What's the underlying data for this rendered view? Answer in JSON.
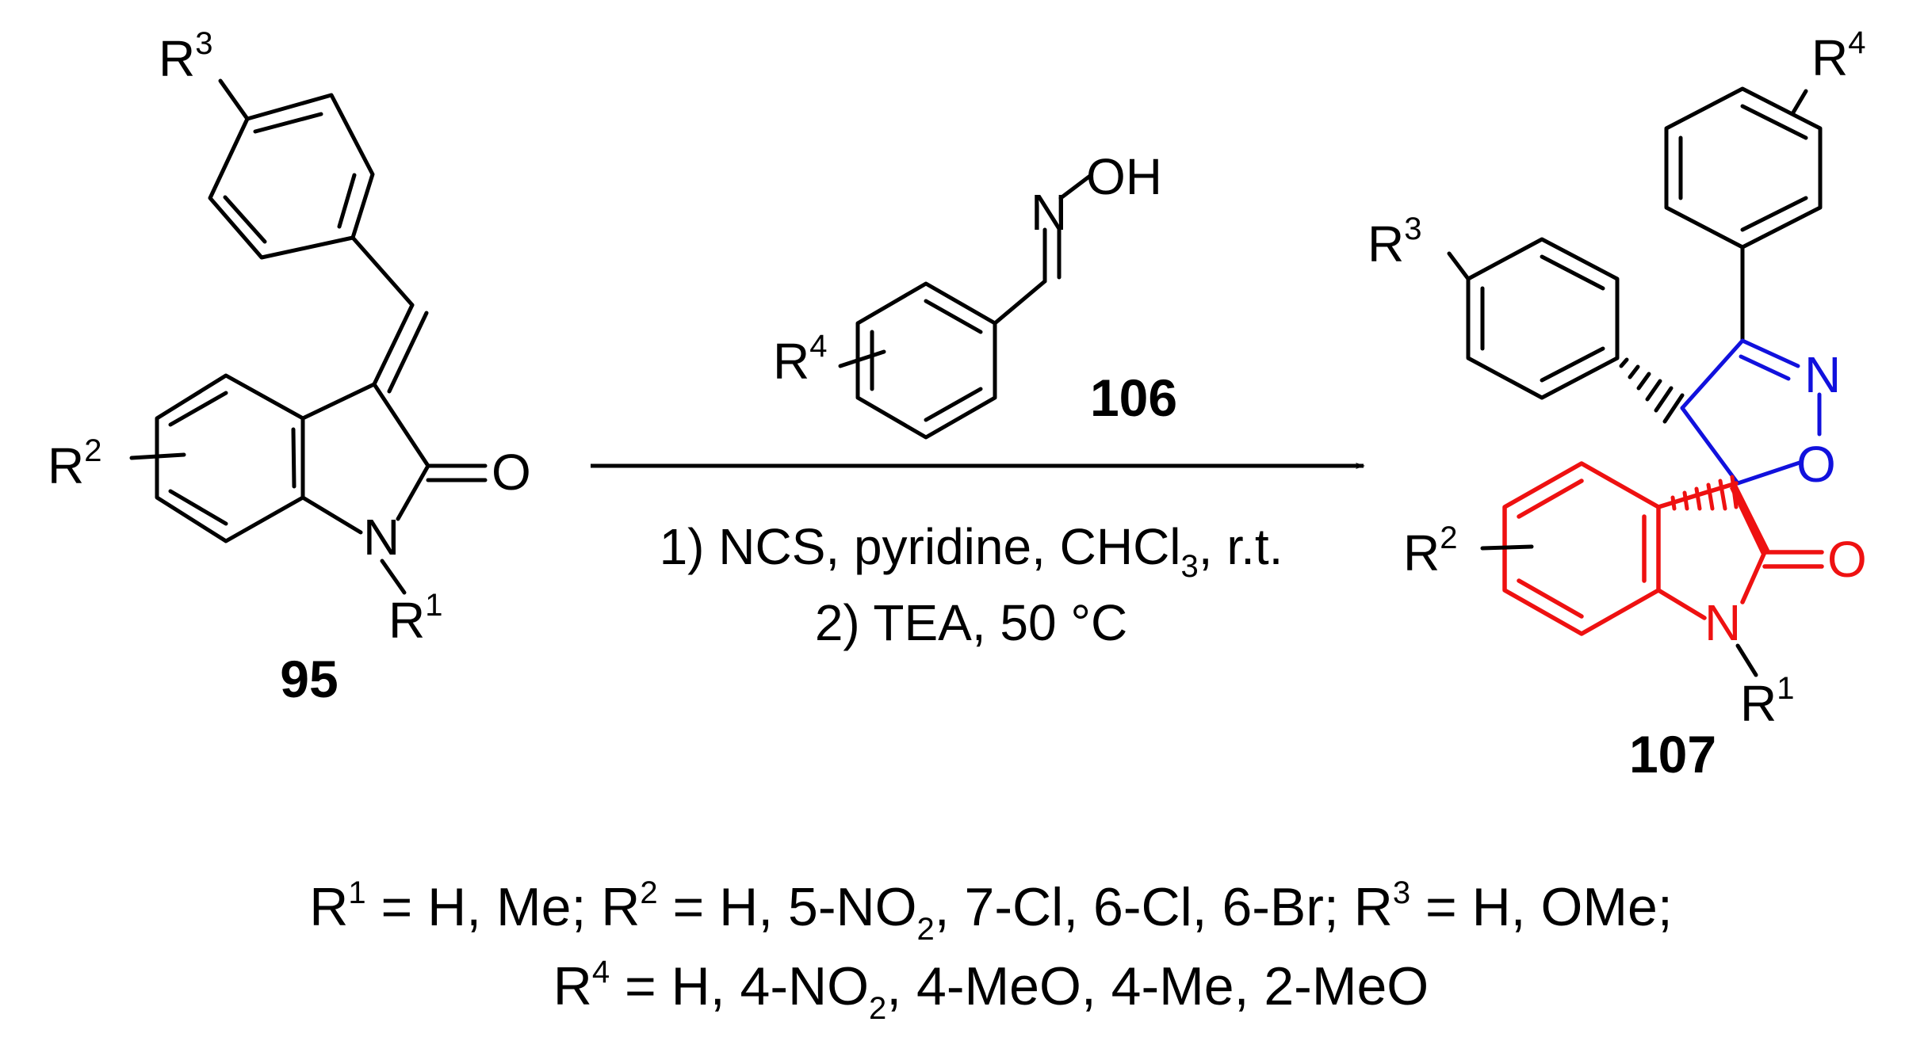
{
  "colors": {
    "bond": "#000000",
    "oxindole_highlight": "#ee1111",
    "isoxazoline_highlight": "#1111dd"
  },
  "reactant_95": {
    "label": "95",
    "r3": "R",
    "r3_sup": "3",
    "r2": "R",
    "r2_sup": "2",
    "r1": "R",
    "r1_sup": "1",
    "n": "N",
    "o": "O"
  },
  "reagent_106": {
    "label": "106",
    "r4": "R",
    "r4_sup": "4",
    "n": "N",
    "oh": "OH"
  },
  "conditions": {
    "step1_a": "1) NCS, pyridine, CHCl",
    "step1_sub": "3",
    "step1_b": ", r.t.",
    "step2": "2) TEA, 50 °C"
  },
  "product_107": {
    "label": "107",
    "r4": "R",
    "r4_sup": "4",
    "r3": "R",
    "r3_sup": "3",
    "r2": "R",
    "r2_sup": "2",
    "r1": "R",
    "r1_sup": "1",
    "n_ring": "N",
    "o_ring": "O",
    "n_amide": "N",
    "o_carbonyl": "O"
  },
  "footnote": {
    "line1_t1": "R",
    "line1_s1": "1",
    "line1_t2": " = H, Me; R",
    "line1_s2": "2",
    "line1_t3": " = H, 5-NO",
    "line1_s3": "2",
    "line1_t4": ", 7-Cl, 6-Cl, 6-Br; R",
    "line1_s4": "3",
    "line1_t5": " = H, OMe;",
    "line2_t1": "R",
    "line2_s1": "4",
    "line2_t2": " = H, 4-NO",
    "line2_s2": "2",
    "line2_t3": ", 4-MeO, 4-Me, 2-MeO"
  }
}
